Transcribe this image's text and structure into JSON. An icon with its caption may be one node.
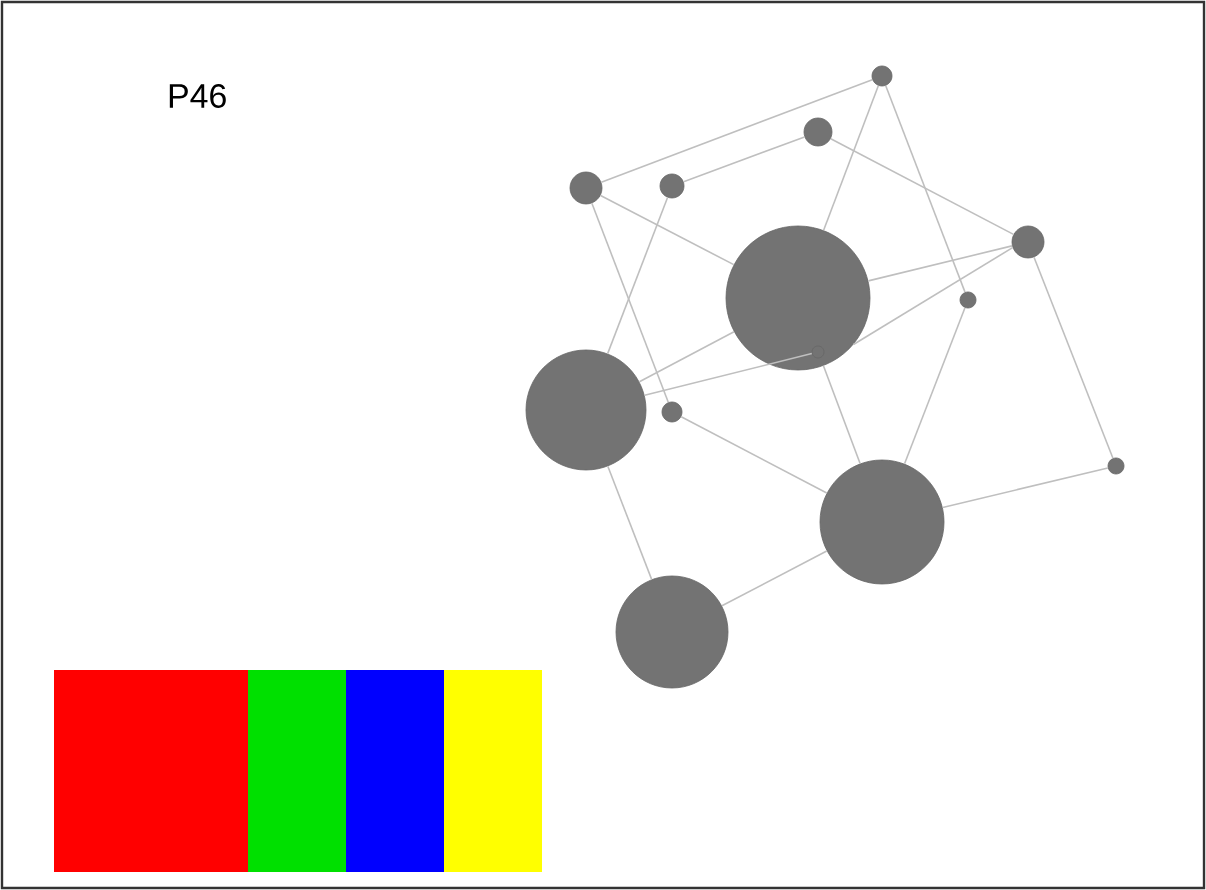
{
  "diagram": {
    "nodes": [
      {
        "text": [],
        "shape": "circle"
      },
      {
        "text": [],
        "shape": "circle"
      },
      {
        "text": [],
        "shape": "circle"
      },
      {
        "text": [],
        "shape": "circle"
      },
      {
        "text": [],
        "shape": "circle"
      },
      {
        "text": [],
        "shape": "circle"
      },
      {
        "text": [],
        "shape": "circle"
      },
      {
        "text": [],
        "shape": "circle",
        "in": 5
      },
      {
        "text": [],
        "shape": "circle"
      },
      {
        "text": [],
        "shape": "circle"
      },
      {
        "text": [],
        "shape": "circle"
      },
      {
        "text": [],
        "shape": "circle"
      },
      {
        "text": [],
        "shape": "circle"
      }
    ],
    "edges": [
      {
        "from": 2,
        "to": 0,
        "arrow": "none"
      },
      {
        "from": 3,
        "to": 1,
        "arrow": "none"
      },
      {
        "from": 2,
        "to": 5,
        "arrow": "none"
      },
      {
        "from": 2,
        "to": 9,
        "arrow": "none"
      },
      {
        "from": 3,
        "to": 8,
        "arrow": "none"
      },
      {
        "from": 0,
        "to": 5,
        "arrow": "none"
      },
      {
        "from": 0,
        "to": 6,
        "arrow": "none"
      },
      {
        "from": 1,
        "to": 4,
        "arrow": "none"
      },
      {
        "from": 5,
        "to": 4,
        "arrow": "none"
      },
      {
        "from": 4,
        "to": 5,
        "arrow": "none"
      },
      {
        "from": 4,
        "to": 10,
        "arrow": "none"
      },
      {
        "from": 8,
        "to": 5,
        "arrow": "none"
      },
      {
        "from": 8,
        "to": 7,
        "arrow": "none"
      },
      {
        "from": 6,
        "to": 11,
        "arrow": "none"
      },
      {
        "from": 5,
        "to": 11,
        "arrow": "none"
      },
      {
        "from": 9,
        "to": 11,
        "arrow": "none"
      },
      {
        "from": 11,
        "to": 10,
        "arrow": "none"
      },
      {
        "from": 8,
        "to": 12,
        "arrow": "none"
      },
      {
        "from": 12,
        "to": 11,
        "arrow": "none"
      }
    ],
    "labels": [
      "P46"
    ]
  }
}
